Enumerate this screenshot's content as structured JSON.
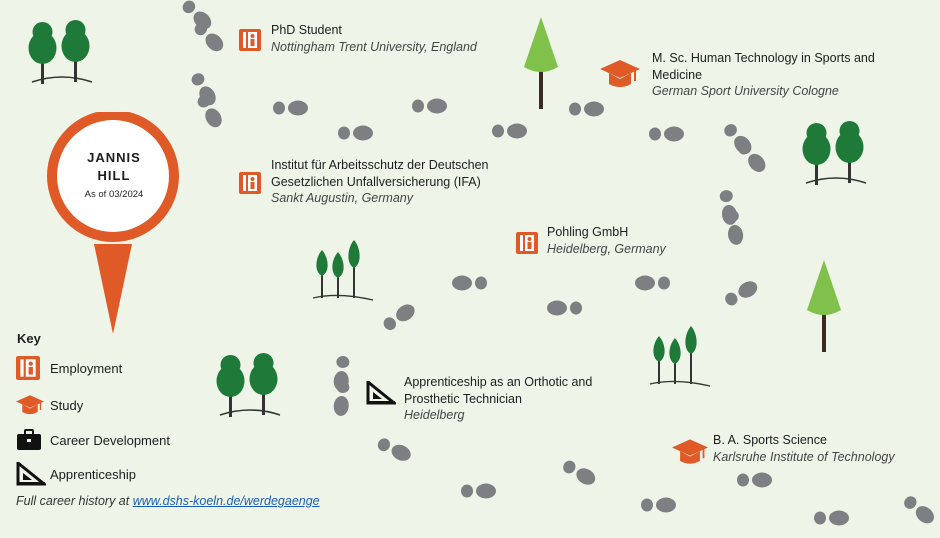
{
  "profile": {
    "name_line1": "JANNIS",
    "name_line2": "HILL",
    "as_of": "As of 03/2024"
  },
  "colors": {
    "accent": "#e05a28",
    "footprint": "#7d7f82",
    "tree_dark": "#1f7a3a",
    "tree_light": "#7fc14b",
    "background": "#eef5e8"
  },
  "entries": [
    {
      "type": "employment",
      "icon": "employment-icon",
      "role": "PhD Student",
      "org": "Nottingham Trent University, England"
    },
    {
      "type": "study",
      "icon": "graduation-cap-icon",
      "role": "M. Sc. Human Technology in Sports and Medicine",
      "org": "German Sport University Cologne"
    },
    {
      "type": "employment",
      "icon": "employment-icon",
      "role": "Institut für Arbeitsschutz der Deutschen Gesetzlichen Unfallversicherung (IFA)",
      "org": "Sankt Augustin, Germany"
    },
    {
      "type": "employment",
      "icon": "employment-icon",
      "role": "Pohling GmbH",
      "org": "Heidelberg, Germany"
    },
    {
      "type": "apprenticeship",
      "icon": "set-square-icon",
      "role": "Apprenticeship as an Orthotic and Prosthetic Technician",
      "org": "Heidelberg"
    },
    {
      "type": "study",
      "icon": "graduation-cap-icon",
      "role": "B. A. Sports Science",
      "org": "Karlsruhe Institute of Technology"
    }
  ],
  "key": {
    "title": "Key",
    "items": [
      {
        "icon": "employment-icon",
        "label": "Employment"
      },
      {
        "icon": "graduation-cap-icon",
        "label": "Study"
      },
      {
        "icon": "briefcase-icon",
        "label": "Career Development"
      },
      {
        "icon": "set-square-icon",
        "label": "Apprenticeship"
      }
    ]
  },
  "footer": {
    "text": "Full career history at ",
    "link": "www.dshs-koeln.de/werdegaenge"
  }
}
